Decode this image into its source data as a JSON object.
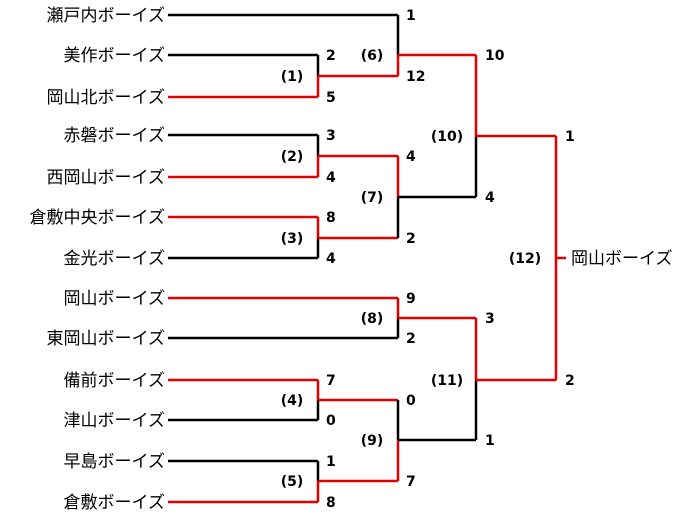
{
  "colors": {
    "winner": "#e00000",
    "loser": "#000000"
  },
  "teams": [
    "瀬戸内ボーイズ",
    "美作ボーイズ",
    "岡山北ボーイズ",
    "赤磐ボーイズ",
    "西岡山ボーイズ",
    "倉敷中央ボーイズ",
    "金光ボーイズ",
    "岡山ボーイズ",
    "東岡山ボーイズ",
    "備前ボーイズ",
    "津山ボーイズ",
    "早島ボーイズ",
    "倉敷ボーイズ"
  ],
  "champion": "岡山ボーイズ",
  "matches": [
    {
      "label": "(1)",
      "entrants": [
        "美作ボーイズ",
        "岡山北ボーイズ"
      ],
      "scores": [
        "2",
        "5"
      ],
      "winner": 1
    },
    {
      "label": "(2)",
      "entrants": [
        "赤磐ボーイズ",
        "西岡山ボーイズ"
      ],
      "scores": [
        "3",
        "4"
      ],
      "winner": 1
    },
    {
      "label": "(3)",
      "entrants": [
        "倉敷中央ボーイズ",
        "金光ボーイズ"
      ],
      "scores": [
        "8",
        "4"
      ],
      "winner": 0
    },
    {
      "label": "(4)",
      "entrants": [
        "備前ボーイズ",
        "津山ボーイズ"
      ],
      "scores": [
        "7",
        "0"
      ],
      "winner": 0
    },
    {
      "label": "(5)",
      "entrants": [
        "早島ボーイズ",
        "倉敷ボーイズ"
      ],
      "scores": [
        "1",
        "8"
      ],
      "winner": 1
    },
    {
      "label": "(6)",
      "entrants": [
        "瀬戸内ボーイズ",
        "winner of (1)"
      ],
      "scores": [
        "1",
        "12"
      ],
      "winner": 1
    },
    {
      "label": "(7)",
      "entrants": [
        "winner of (2)",
        "winner of (3)"
      ],
      "scores": [
        "4",
        "2"
      ],
      "winner": 0
    },
    {
      "label": "(8)",
      "entrants": [
        "岡山ボーイズ",
        "東岡山ボーイズ"
      ],
      "scores": [
        "9",
        "2"
      ],
      "winner": 0
    },
    {
      "label": "(9)",
      "entrants": [
        "winner of (4)",
        "winner of (5)"
      ],
      "scores": [
        "0",
        "7"
      ],
      "winner": 1
    },
    {
      "label": "(10)",
      "entrants": [
        "winner of (6)",
        "winner of (7)"
      ],
      "scores": [
        "10",
        "4"
      ],
      "winner": 0
    },
    {
      "label": "(11)",
      "entrants": [
        "winner of (8)",
        "winner of (9)"
      ],
      "scores": [
        "3",
        "1"
      ],
      "winner": 0
    },
    {
      "label": "(12)",
      "entrants": [
        "winner of (10)",
        "winner of (11)"
      ],
      "scores": [
        "1",
        "2"
      ],
      "winner": 1
    }
  ]
}
